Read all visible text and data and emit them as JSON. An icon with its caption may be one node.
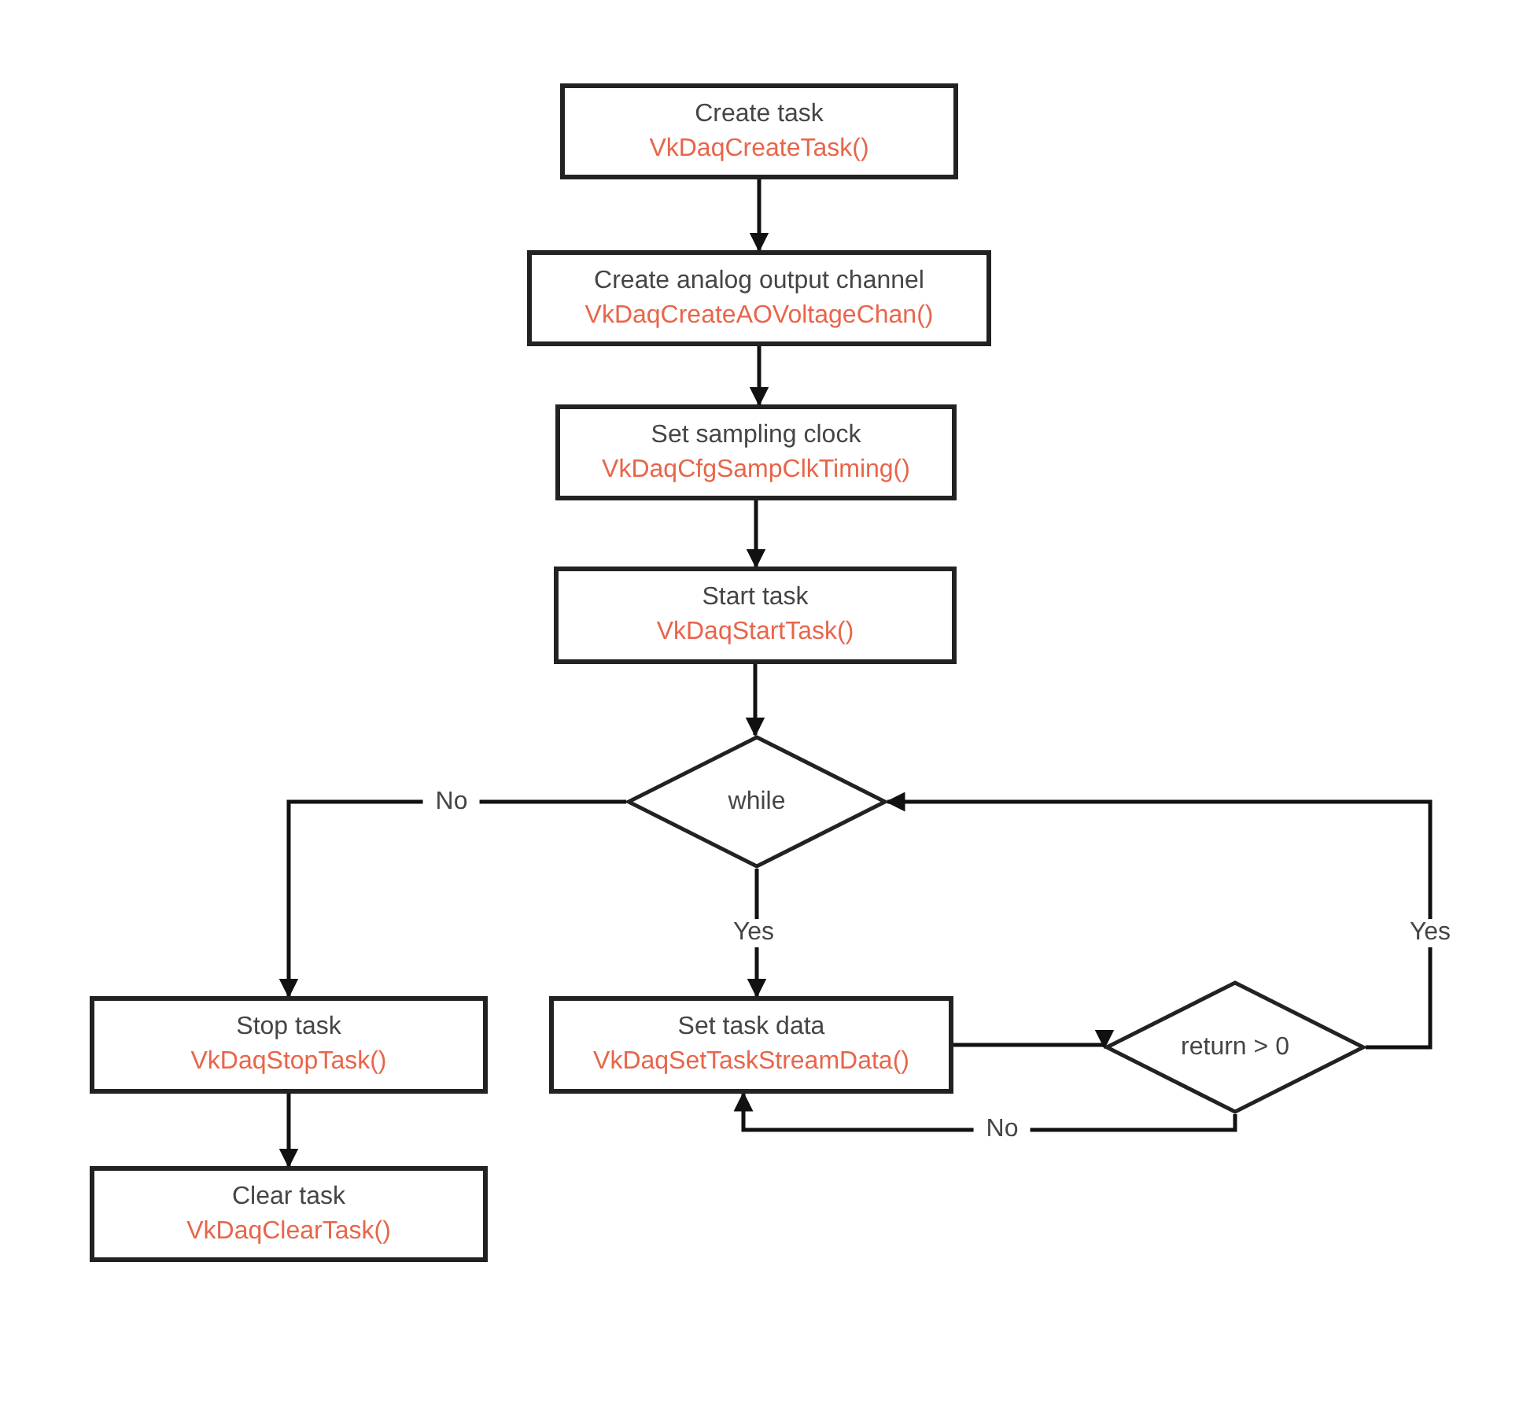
{
  "diagram": {
    "nodes": [
      {
        "text": [
          "Create task",
          "VkDaqCreateTask()"
        ]
      },
      {
        "text": [
          "Create analog output channel",
          "VkDaqCreateAOVoltageChan()"
        ]
      },
      {
        "text": [
          "Set sampling clock",
          "VkDaqCfgSampClkTiming()"
        ]
      },
      {
        "text": [
          "Start task",
          "VkDaqStartTask()"
        ]
      },
      {
        "text": [
          "while"
        ]
      },
      {
        "text": [
          "Stop task",
          "VkDaqStopTask()"
        ]
      },
      {
        "text": [
          "Clear task",
          "VkDaqClearTask()"
        ]
      },
      {
        "text": [
          "Set task data",
          "VkDaqSetTaskStreamData()"
        ]
      },
      {
        "text": [
          "return > 0"
        ]
      }
    ],
    "edges": [
      {
        "from": 0,
        "to": 1,
        "arrow": "to"
      },
      {
        "from": 1,
        "to": 2,
        "arrow": "to"
      },
      {
        "from": 2,
        "to": 3,
        "arrow": "to"
      },
      {
        "from": 3,
        "to": 4,
        "arrow": "to"
      },
      {
        "from": 4,
        "to": 5,
        "arrow": "to",
        "label": "No"
      },
      {
        "from": 4,
        "to": 7,
        "arrow": "to",
        "label": "Yes"
      },
      {
        "from": 7,
        "to": 8,
        "arrow": "to"
      },
      {
        "from": 8,
        "to": 4,
        "arrow": "to",
        "label": "Yes"
      },
      {
        "from": 8,
        "to": 7,
        "arrow": "to",
        "label": "No"
      },
      {
        "from": 5,
        "to": 6,
        "arrow": "to"
      }
    ]
  }
}
